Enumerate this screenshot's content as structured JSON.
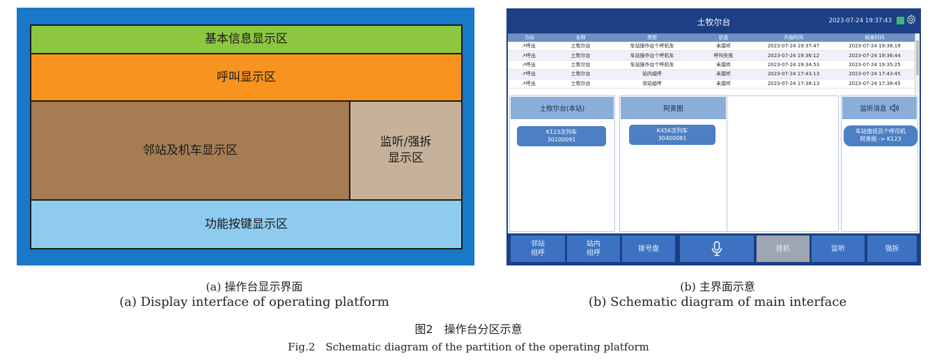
{
  "panel_a": {
    "zones": {
      "basic_info": "基本信息显示区",
      "call": "呼叫显示区",
      "station_loco": "邻站及机车显示区",
      "monitor_line1": "监听/强拆",
      "monitor_line2": "显示区",
      "function_keys": "功能按键显示区"
    },
    "colors": {
      "background": "#1978c8",
      "basic_info": "#8dc63f",
      "call": "#f7931e",
      "station_loco": "#a67c52",
      "monitor": "#c7b299",
      "function_keys": "#8ecbee"
    }
  },
  "panel_b": {
    "title": "土牧尔台",
    "datetime": "2023-07-24 19:37:43",
    "icons": [
      "status-square-icon",
      "gear-icon",
      "speaker-icon",
      "microphone-icon"
    ],
    "table": {
      "headers": [
        "方向",
        "名称",
        "类型",
        "状态",
        "开始时间",
        "结束时间"
      ],
      "rows": [
        [
          "↗呼出",
          "土牧尔台",
          "车站操作台个呼机车",
          "未接听",
          "2023-07-24 19:37:47",
          "2023-07-24 19:38:19"
        ],
        [
          "↗呼出",
          "土牧尔台",
          "车站操作台个呼机车",
          "呼叫失败",
          "2023-07-24 19:36:12",
          "2023-07-24 19:36:44"
        ],
        [
          "↗呼出",
          "土牧尔台",
          "车站操作台个呼机车",
          "未接听",
          "2023-07-24 19:34:53",
          "2023-07-24 19:35:25"
        ],
        [
          "↗呼出",
          "土牧尔台",
          "站内组呼",
          "未接听",
          "2023-07-24 17:43:13",
          "2023-07-24 17:43:45"
        ],
        [
          "↗呼出",
          "土牧尔台",
          "邻站组呼",
          "未接听",
          "2023-07-24 17:38:13",
          "2023-07-24 17:38:45"
        ]
      ]
    },
    "columns": {
      "local_station": {
        "title": "土牧尔台(本站)",
        "train": "K123次列车",
        "number": "30100091"
      },
      "adjacent_station": {
        "title": "阿贵图",
        "train": "K456次列车",
        "number": "30400081"
      },
      "monitor": {
        "title": "监听消息",
        "message_line1": "车站值班员个呼司机",
        "message_line2": "阿贵图 -> K123"
      }
    },
    "buttons": {
      "adjacent_group_line1": "邻站",
      "adjacent_group_line2": "组呼",
      "station_group_line1": "站内",
      "station_group_line2": "组呼",
      "dial_pad": "拨号盘",
      "hang_up": "挂机",
      "monitor": "监听",
      "force_break": "强拆"
    },
    "colors": {
      "header": "#1c3f86",
      "table_header": "#6e8fc2",
      "column_header": "#8aaed9",
      "pill": "#4c7fc3",
      "button": "#3d72c2",
      "button_disabled": "#9fa6b1",
      "status_square": "#3fb871"
    }
  },
  "captions": {
    "a_cn": "(a) 操作台显示界面",
    "a_en": "(a) Display interface of operating platform",
    "b_cn": "(b) 主界面示意",
    "b_en": "(b) Schematic diagram of main interface",
    "figure_cn": "图2　操作台分区示意",
    "figure_en": "Fig.2　Schematic diagram of the partition of the operating platform"
  }
}
